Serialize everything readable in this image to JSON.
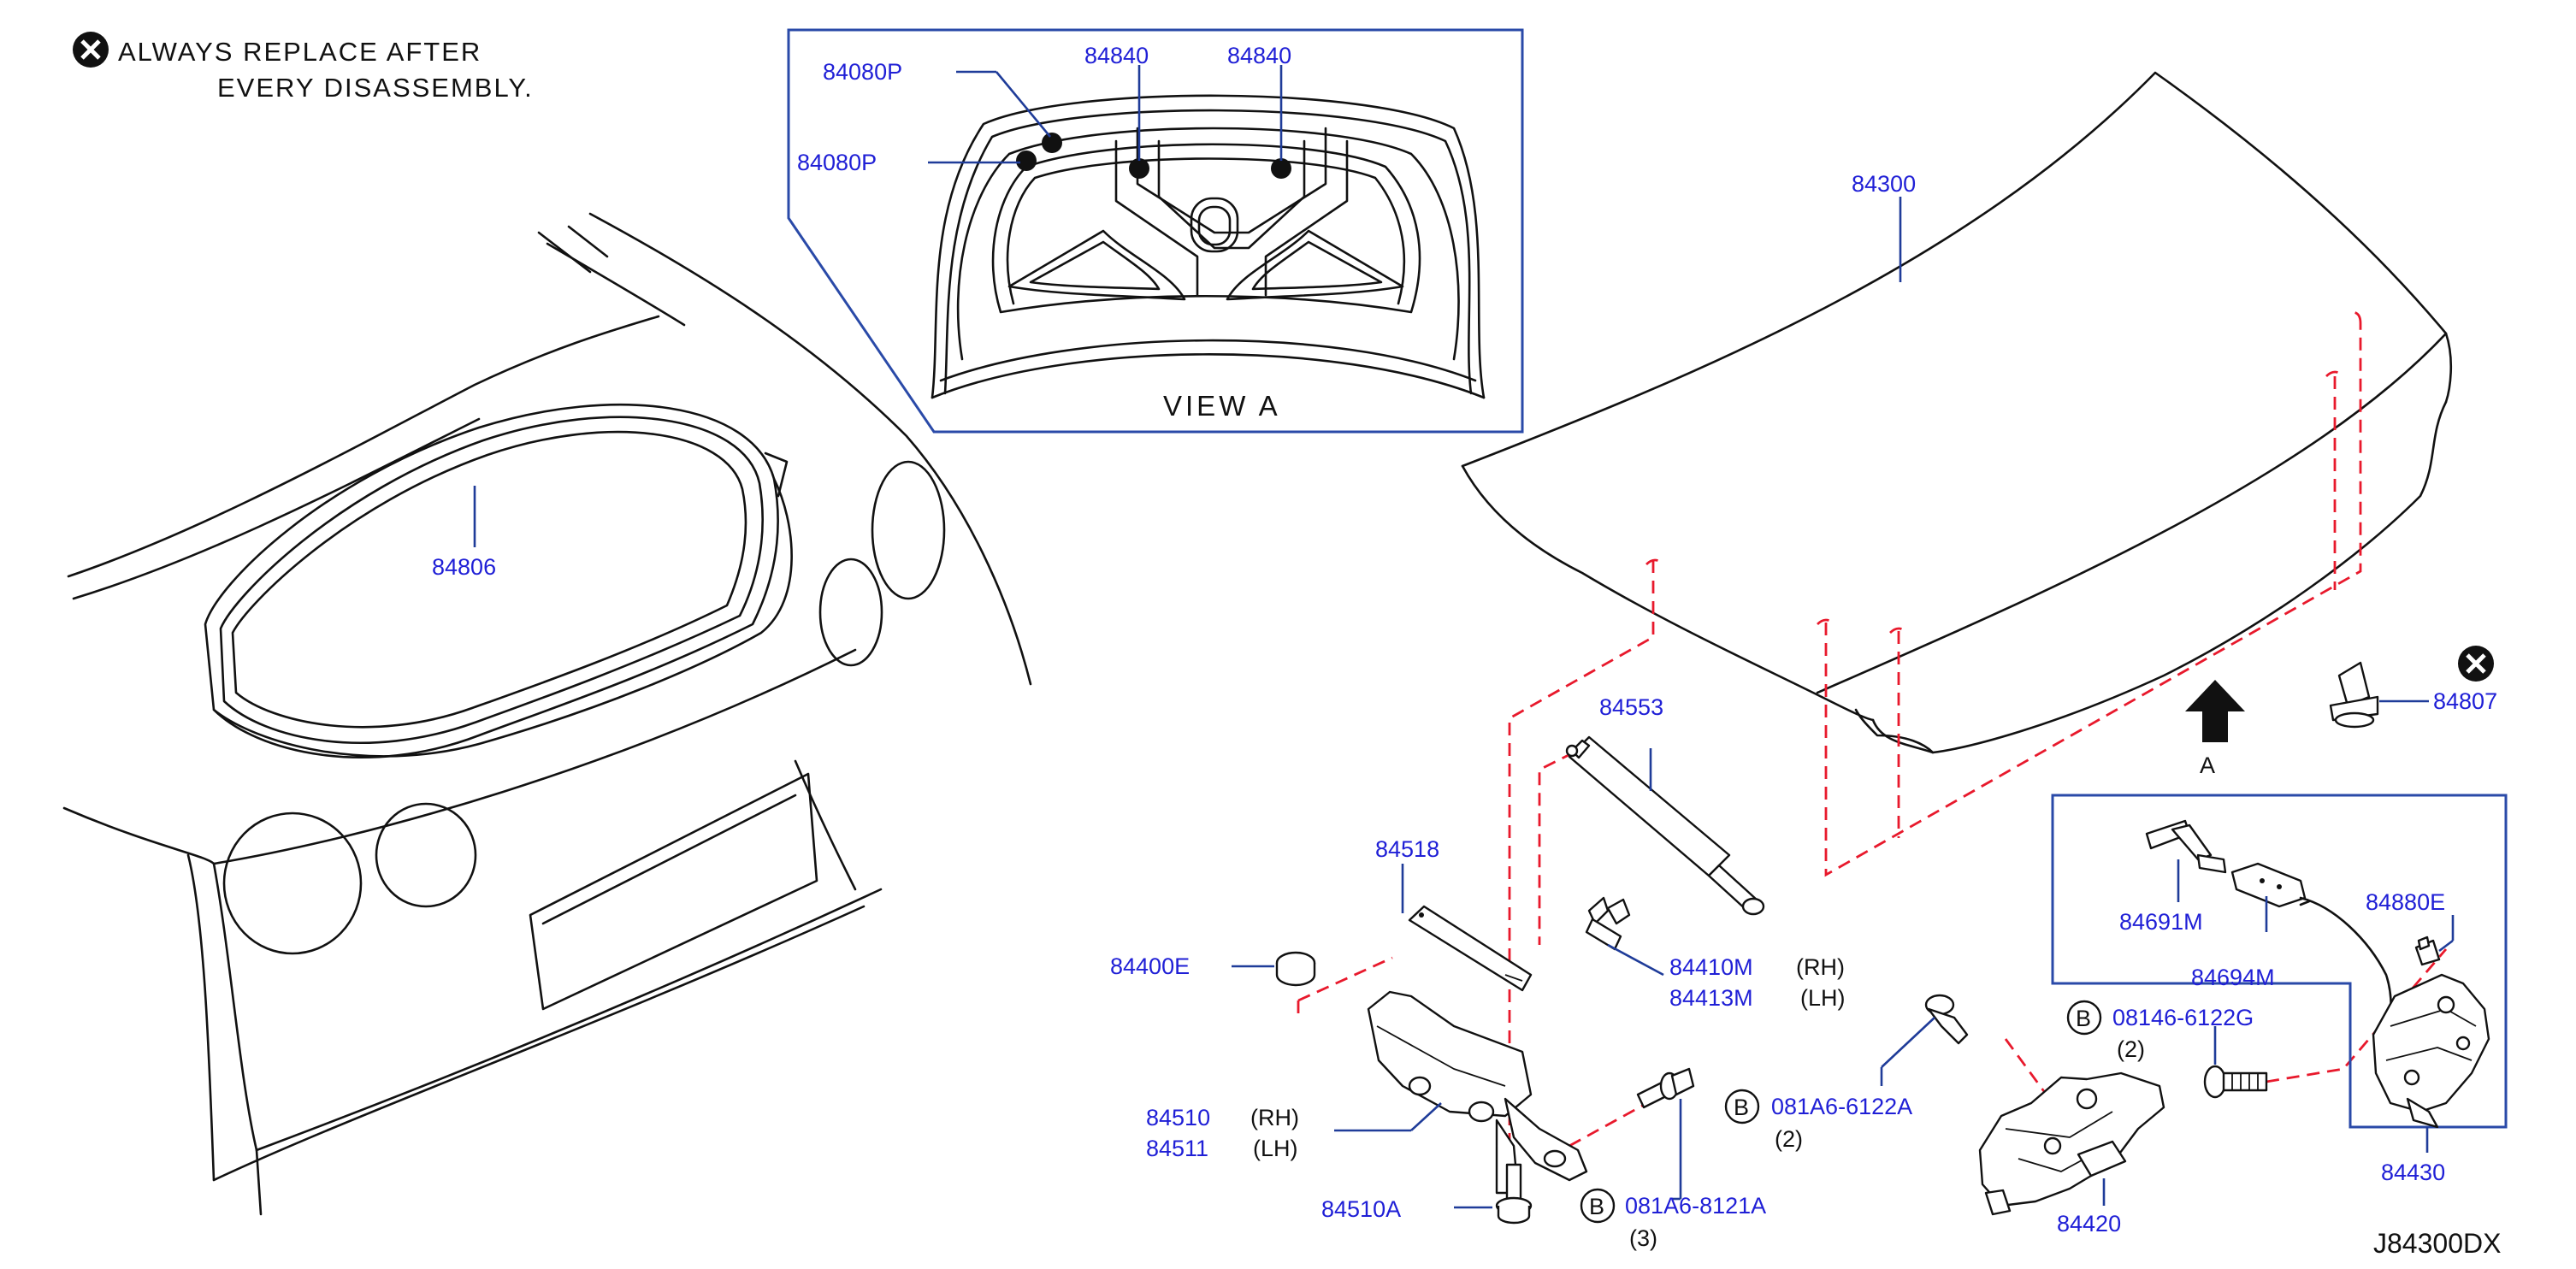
{
  "note": {
    "line1": "ALWAYS REPLACE AFTER",
    "line2": "EVERY DISASSEMBLY."
  },
  "view_label": "VIEW A",
  "arrow_label": "A",
  "diagram_code": "J84300DX",
  "parts": {
    "p84080P_1": "84080P",
    "p84080P_2": "84080P",
    "p84840_1": "84840",
    "p84840_2": "84840",
    "p84806": "84806",
    "p84300": "84300",
    "p84807": "84807",
    "p84553": "84553",
    "p84518": "84518",
    "p84400E": "84400E",
    "p84410M": "84410M",
    "p84413M": "84413M",
    "p84510": "84510",
    "p84511": "84511",
    "p84510A": "84510A",
    "p081A6_8121A": "081A6-8121A",
    "p081A6_6122A": "081A6-6122A",
    "p08146_6122G": "08146-6122G",
    "p84420": "84420",
    "p84691M": "84691M",
    "p84694M": "84694M",
    "p84880E": "84880E",
    "p84430": "84430"
  },
  "side": {
    "rh_1": "(RH)",
    "lh_1": "(LH)",
    "rh_2": "(RH)",
    "lh_2": "(LH)"
  },
  "qty": {
    "q_8121A": "(3)",
    "q_6122A": "(2)",
    "q_6122G": "(2)"
  },
  "bolt_letter": {
    "b1": "B",
    "b2": "B",
    "b3": "B"
  },
  "colors": {
    "part_number": "#1f1fd6",
    "leader": "#1f3c99",
    "dashed_guide": "#e8192c",
    "line_art": "#111111"
  }
}
